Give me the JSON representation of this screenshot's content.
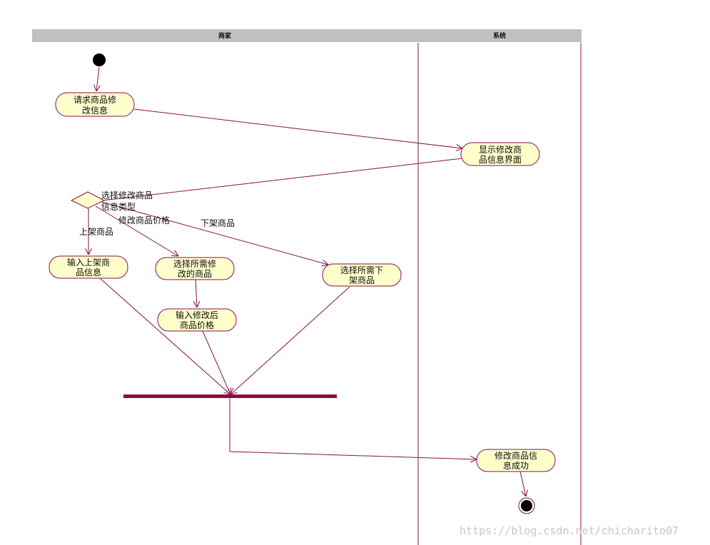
{
  "swimlanes": [
    {
      "id": "merchant",
      "title": "商家"
    },
    {
      "id": "system",
      "title": "系统"
    }
  ],
  "nodes": {
    "request_modify": [
      "请求商品修",
      "改信息"
    ],
    "show_modify_ui": [
      "显示修改商",
      "品信息界面"
    ],
    "decision_label": [
      "选择修改商品",
      "信息类型"
    ],
    "input_new_product": [
      "输入上架商",
      "品信息"
    ],
    "select_modify_product": [
      "选择所需修",
      "改的商品"
    ],
    "input_modified_price": [
      "输入修改后",
      "商品价格"
    ],
    "select_delist_product": [
      "选择所需下",
      "架商品"
    ],
    "modify_success": [
      "修改商品信",
      "息成功"
    ]
  },
  "edge_labels": {
    "list_product": "上架商品",
    "modify_price": "修改商品价格",
    "delist_product": "下架商品"
  },
  "watermark": "https://blog.csdn.net/chicharito07",
  "colors": {
    "line": "#8b1a4a",
    "node_fill": "#ffffcc",
    "header_fill": "#c0c0c0",
    "bar": "#8b0f3c",
    "dot": "#000000"
  }
}
